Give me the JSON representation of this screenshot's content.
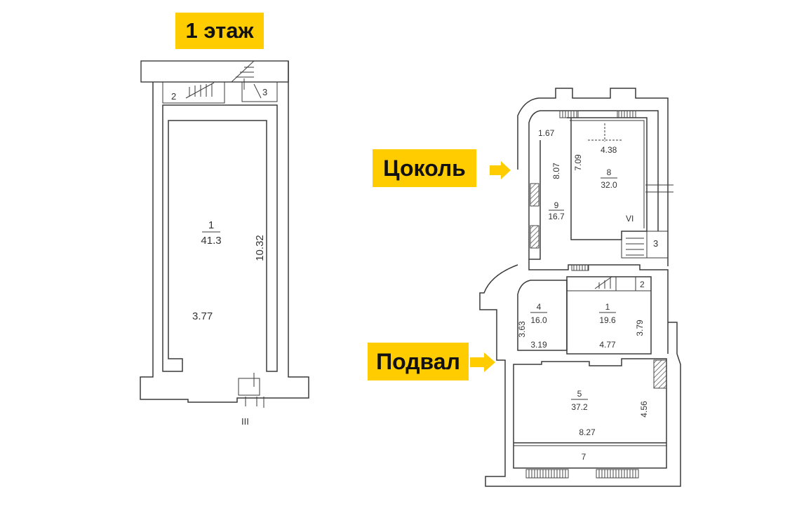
{
  "labels": {
    "floor1": "1 этаж",
    "tsokol": "Цоколь",
    "podval": "Подвал"
  },
  "floor1": {
    "room1_num": "1",
    "room1_area": "41.3",
    "length": "10.32",
    "width": "3.77",
    "room2_num": "2",
    "room3_num": "3",
    "entrance": "III"
  },
  "tsokol": {
    "room8_num": "8",
    "room8_area": "32.0",
    "room8_width": "4.38",
    "room8_length": "7.09",
    "room9_num": "9",
    "room9_area": "16.7",
    "room9_width": "1.67",
    "room9_length": "8.07",
    "room3_num": "3",
    "entrance": "VI"
  },
  "podval": {
    "room1_num": "1",
    "room1_area": "19.6",
    "room1_width": "4.77",
    "room1_length": "3.79",
    "room2_num": "2",
    "room4_num": "4",
    "room4_area": "16.0",
    "room4_width": "3.19",
    "room4_length": "3.63",
    "room5_num": "5",
    "room5_area": "37.2",
    "room5_width": "8.27",
    "room5_length": "4.56",
    "room7_num": "7"
  },
  "colors": {
    "accent": "#ffcc00",
    "line": "#3a3a3a"
  }
}
